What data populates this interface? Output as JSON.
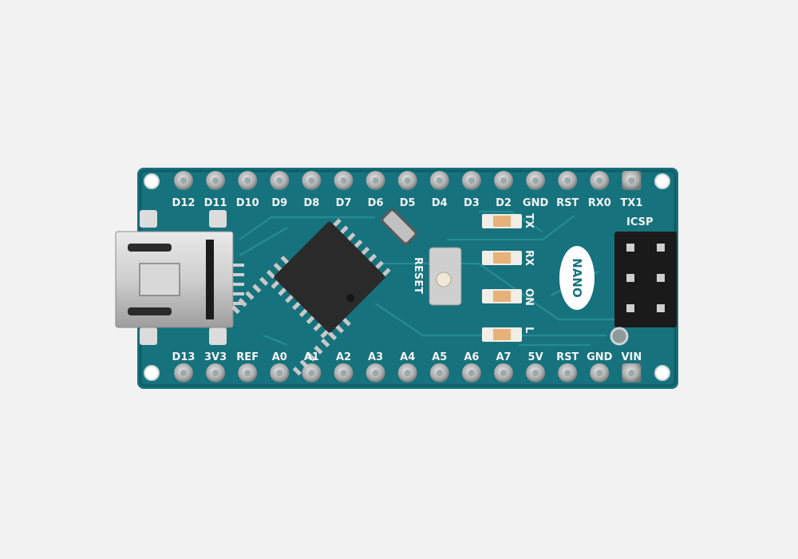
{
  "board": {
    "name": "NANO",
    "icsp_label": "ICSP",
    "reset_label": "RESET",
    "top_pins": [
      "D12",
      "D11",
      "D10",
      "D9",
      "D8",
      "D7",
      "D6",
      "D5",
      "D4",
      "D3",
      "D2",
      "GND",
      "RST",
      "RX0",
      "TX1"
    ],
    "bottom_pins": [
      "D13",
      "3V3",
      "REF",
      "A0",
      "A1",
      "A2",
      "A3",
      "A4",
      "A5",
      "A6",
      "A7",
      "5V",
      "RST",
      "GND",
      "VIN"
    ],
    "leds": [
      "TX",
      "RX",
      "ON",
      "L"
    ],
    "colors": {
      "pcb": "#16727d",
      "background": "#f2f2f2",
      "silkscreen": "#f4f4f4",
      "chip": "#2a2a2a"
    }
  }
}
